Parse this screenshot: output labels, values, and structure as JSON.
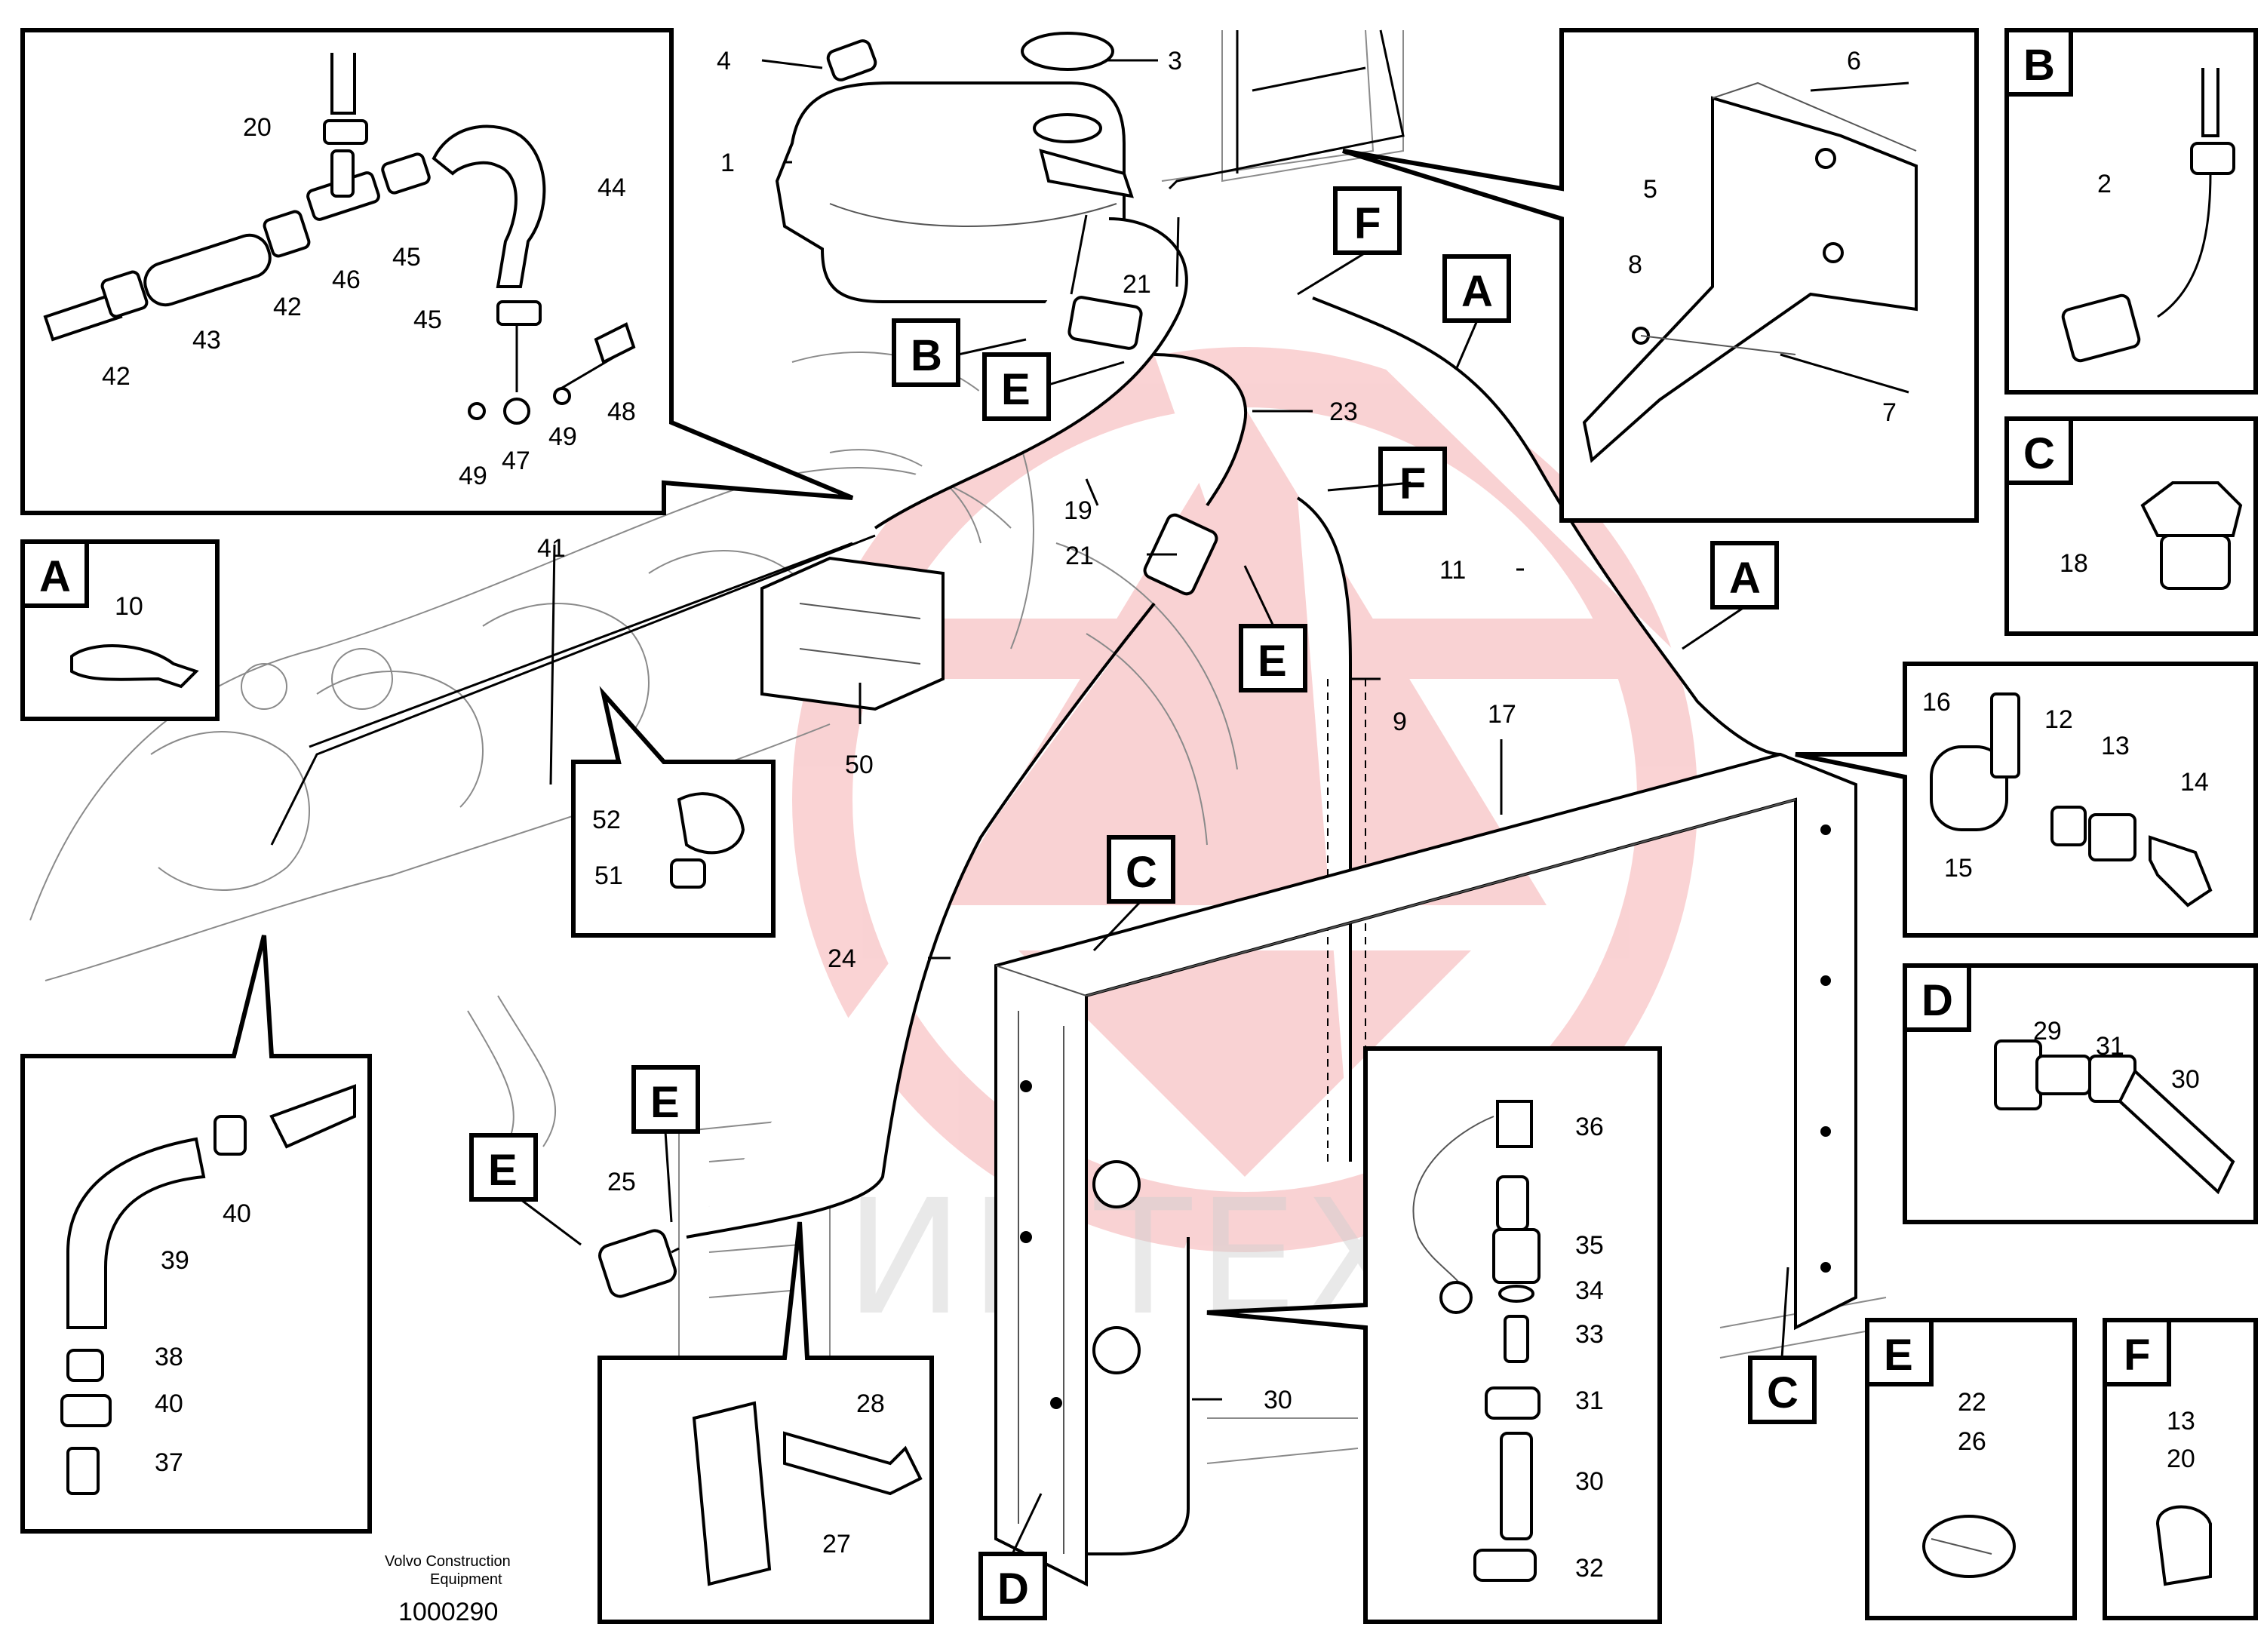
{
  "publisher": {
    "line1": "Volvo Construction",
    "line2": "Equipment"
  },
  "doc_number": "1000290",
  "watermark": {
    "text": "ИНТЕХ",
    "color": "#e8383d"
  },
  "detail_letters": [
    "A",
    "B",
    "C",
    "D",
    "E",
    "F"
  ],
  "callouts": {
    "1": "1",
    "2": "2",
    "3": "3",
    "4": "4",
    "5": "5",
    "6": "6",
    "7": "7",
    "8": "8",
    "9": "9",
    "10": "10",
    "11": "11",
    "12": "12",
    "13": "13",
    "14": "14",
    "15": "15",
    "16": "16",
    "17": "17",
    "18": "18",
    "19": "19",
    "20": "20",
    "21": "21",
    "22": "22",
    "23": "23",
    "24": "24",
    "25": "25",
    "26": "26",
    "27": "27",
    "28": "28",
    "29": "29",
    "30": "30",
    "31": "31",
    "32": "32",
    "33": "33",
    "34": "34",
    "35": "35",
    "36": "36",
    "37": "37",
    "38": "38",
    "39": "39",
    "40": "40",
    "41": "41",
    "42": "42",
    "43": "43",
    "44": "44",
    "45": "45",
    "46": "46",
    "47": "47",
    "48": "48",
    "49": "49",
    "50": "50",
    "51": "51",
    "52": "52"
  }
}
